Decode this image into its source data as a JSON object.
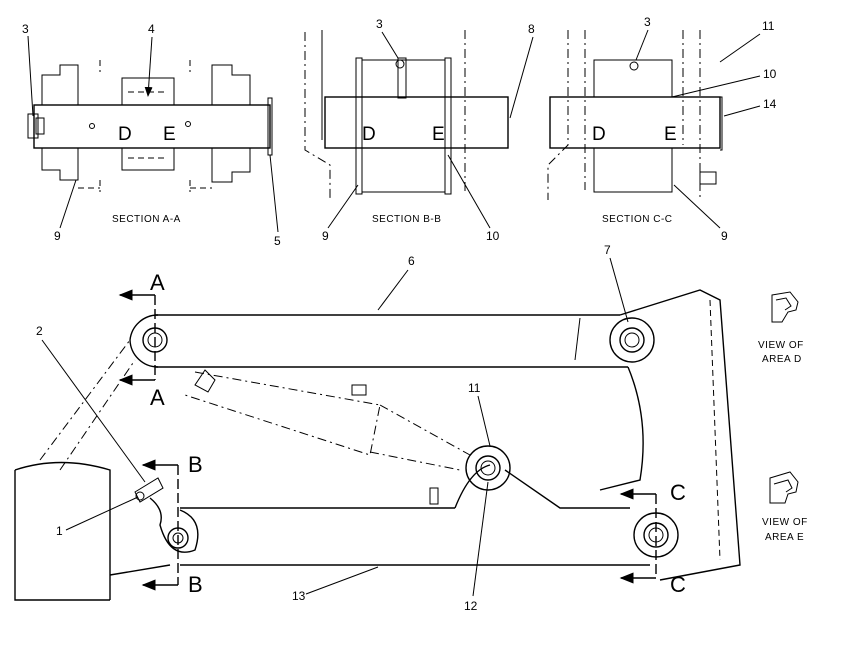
{
  "sections": {
    "a": {
      "caption": "SECTION A-A",
      "d": "D",
      "e": "E"
    },
    "b": {
      "caption": "SECTION B-B",
      "d": "D",
      "e": "E"
    },
    "c": {
      "caption": "SECTION C-C",
      "d": "D",
      "e": "E"
    }
  },
  "callouts": {
    "a3": "3",
    "a4": "4",
    "a9": "9",
    "a5": "5",
    "b3": "3",
    "b8": "8",
    "b9": "9",
    "b10": "10",
    "c3": "3",
    "c11": "11",
    "c10": "10",
    "c14": "14",
    "c9": "9",
    "m6": "6",
    "m7": "7",
    "m2": "2",
    "m11": "11",
    "m1": "1",
    "m12": "12",
    "m13": "13"
  },
  "section_markers": {
    "a_top": "A",
    "a_bottom": "A",
    "b_top": "B",
    "b_bottom": "B",
    "c_top": "C",
    "c_bottom": "C"
  },
  "views": {
    "d": {
      "line1": "VIEW OF",
      "line2": "AREA D"
    },
    "e": {
      "line1": "VIEW OF",
      "line2": "AREA E"
    }
  }
}
